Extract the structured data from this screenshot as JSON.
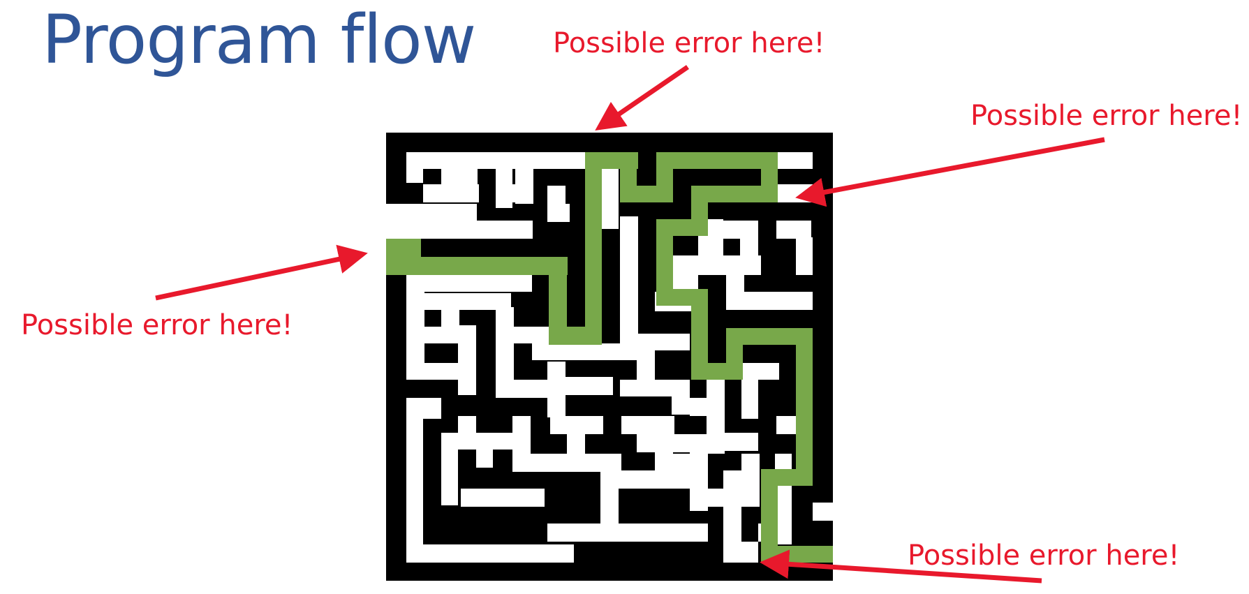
{
  "slide": {
    "title": "Program flow"
  },
  "colors": {
    "title": "#2f5597",
    "error": "#e8192c",
    "wall": "#000000",
    "path": "#78a84a",
    "background": "#ffffff"
  },
  "callouts": [
    {
      "label": "Possible error here!",
      "target": "maze-entrance-top"
    },
    {
      "label": "Possible error here!",
      "target": "right-opening-near-top"
    },
    {
      "label": "Possible error here!",
      "target": "left-path-start"
    },
    {
      "label": "Possible error here!",
      "target": "maze-exit-bottom"
    }
  ],
  "icons": {
    "arrow": "arrow-icon"
  }
}
